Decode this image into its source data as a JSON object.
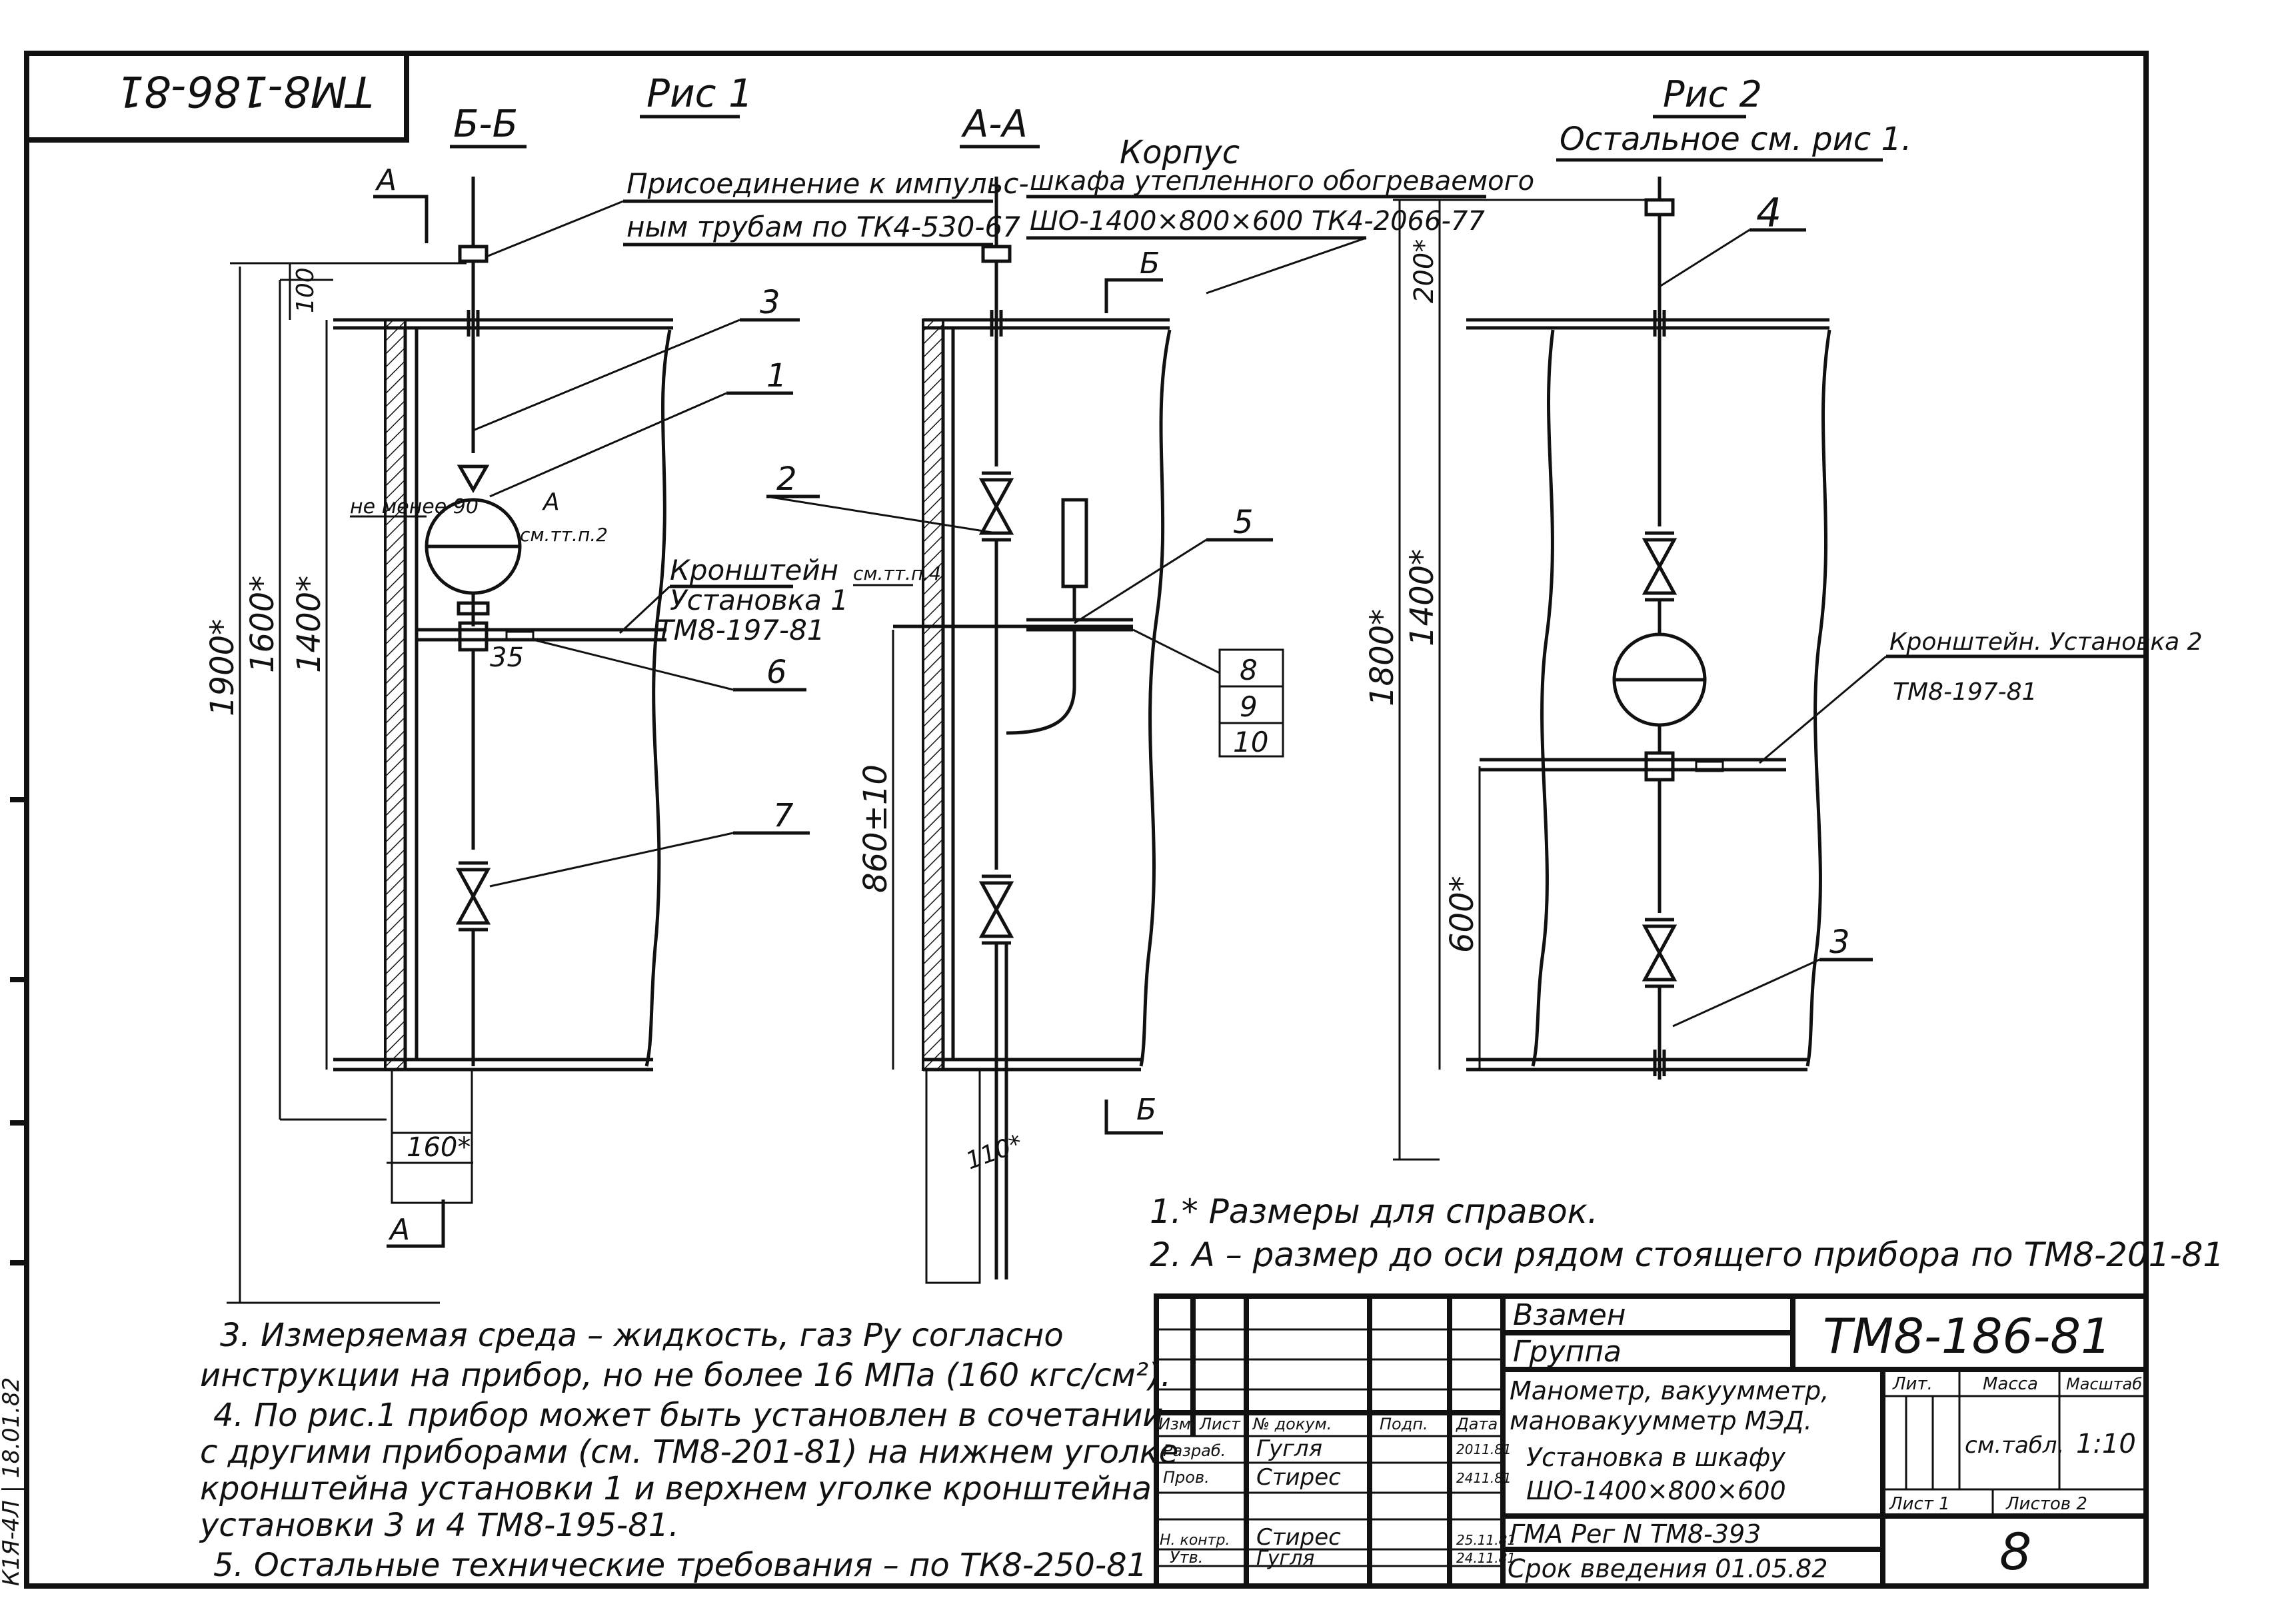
{
  "stamp_code": "ТМ8-186-81",
  "figures": {
    "fig1": {
      "title": "Рис 1",
      "section_bb": "Б-Б",
      "section_aa": "А-А",
      "connection_note_l1": "Присоединение к импульс-",
      "connection_note_l2": "ным трубам по ТК4-530-67",
      "housing_l1": "Корпус",
      "housing_l2": "шкафа утепленного обогреваемого",
      "housing_l3": "ШО-1400×800×600 ТК4-2066-77",
      "bracket_l1": "Кронштейн",
      "bracket_l2": "Установка 1",
      "bracket_l3": "ТМ8-197-81",
      "not_less": "не менее 90",
      "a_label": "А",
      "a_ref": "см.тт.п.2",
      "sm_ref": "см.тт.п.4",
      "cut_a": "А",
      "cut_b": "Б"
    },
    "fig2": {
      "title": "Рис 2",
      "subtitle": "Остальное см. рис 1.",
      "bracket_l1": "Кронштейн. Установка 2",
      "bracket_l2": "ТМ8-197-81"
    }
  },
  "dimensions": {
    "d100": "100",
    "d1900": "1900*",
    "d1600": "1600*",
    "d1400": "1400*",
    "d35": "35",
    "d160": "160*",
    "d860": "860±10",
    "d110": "110*",
    "d200": "200*",
    "d1800": "1800*",
    "d1400b": "1400*",
    "d600": "600*"
  },
  "callouts": [
    "1",
    "2",
    "3",
    "4",
    "5",
    "6",
    "7",
    "8",
    "9",
    "10"
  ],
  "notes": {
    "n1": "1.* Размеры для справок.",
    "n2": "2. А – размер до оси рядом стоящего прибора по ТМ8-201-81",
    "n3_l1": "3. Измеряемая среда – жидкость, газ  Pу  согласно",
    "n3_l2": "инструкции на прибор, но не более 16 МПа (160 кгс/см²).",
    "n4_l1": "4. По рис.1 прибор может быть установлен в сочетании",
    "n4_l2": "с другими приборами (см. ТМ8-201-81) на нижнем уголке",
    "n4_l3": "кронштейна установки 1 и верхнем уголке кронштейна",
    "n4_l4": "установки 3 и 4  ТМ8-195-81.",
    "n5": "5. Остальные технические требования – по ТК8-250-81"
  },
  "title_block": {
    "vzamen": "Взамен",
    "gruppa": "Группа",
    "code": "ТМ8-186-81",
    "name_l1": "Манометр, вакуумметр,",
    "name_l2": "мановакуумметр МЭД.",
    "name_l3": "Установка в шкафу",
    "name_l4": "ШО-1400×800×600",
    "reg": "ГМА Рег N ТМ8-393",
    "srok": "Срок введения 01.05.82",
    "lit": "Лит.",
    "massa": "Масса",
    "masshtab": "Масштаб",
    "massa_val": "см.табл.",
    "scale_val": "1:10",
    "list": "Лист  1",
    "listov": "Листов  2",
    "sheet_no": "8",
    "col_izm": "Изм",
    "col_list": "Лист",
    "col_ndoc": "№ докум.",
    "col_podp": "Подп.",
    "col_data": "Дата",
    "row_razrab": "Разраб.",
    "row_prov": "Пров.",
    "row_nkontr": "Н. контр.",
    "row_utv": "Утв.",
    "name_razrab": "Гугля",
    "name_prov": "Стирес",
    "name_nkontr": "Стирес",
    "name_utv": "Гугля",
    "date_razrab": "2011.81",
    "date_prov": "2411.81",
    "date_nkontr": "25.11.81",
    "date_utv": "24.11.81"
  },
  "side_stamp": "К1Я-4Л | 18.01.82"
}
